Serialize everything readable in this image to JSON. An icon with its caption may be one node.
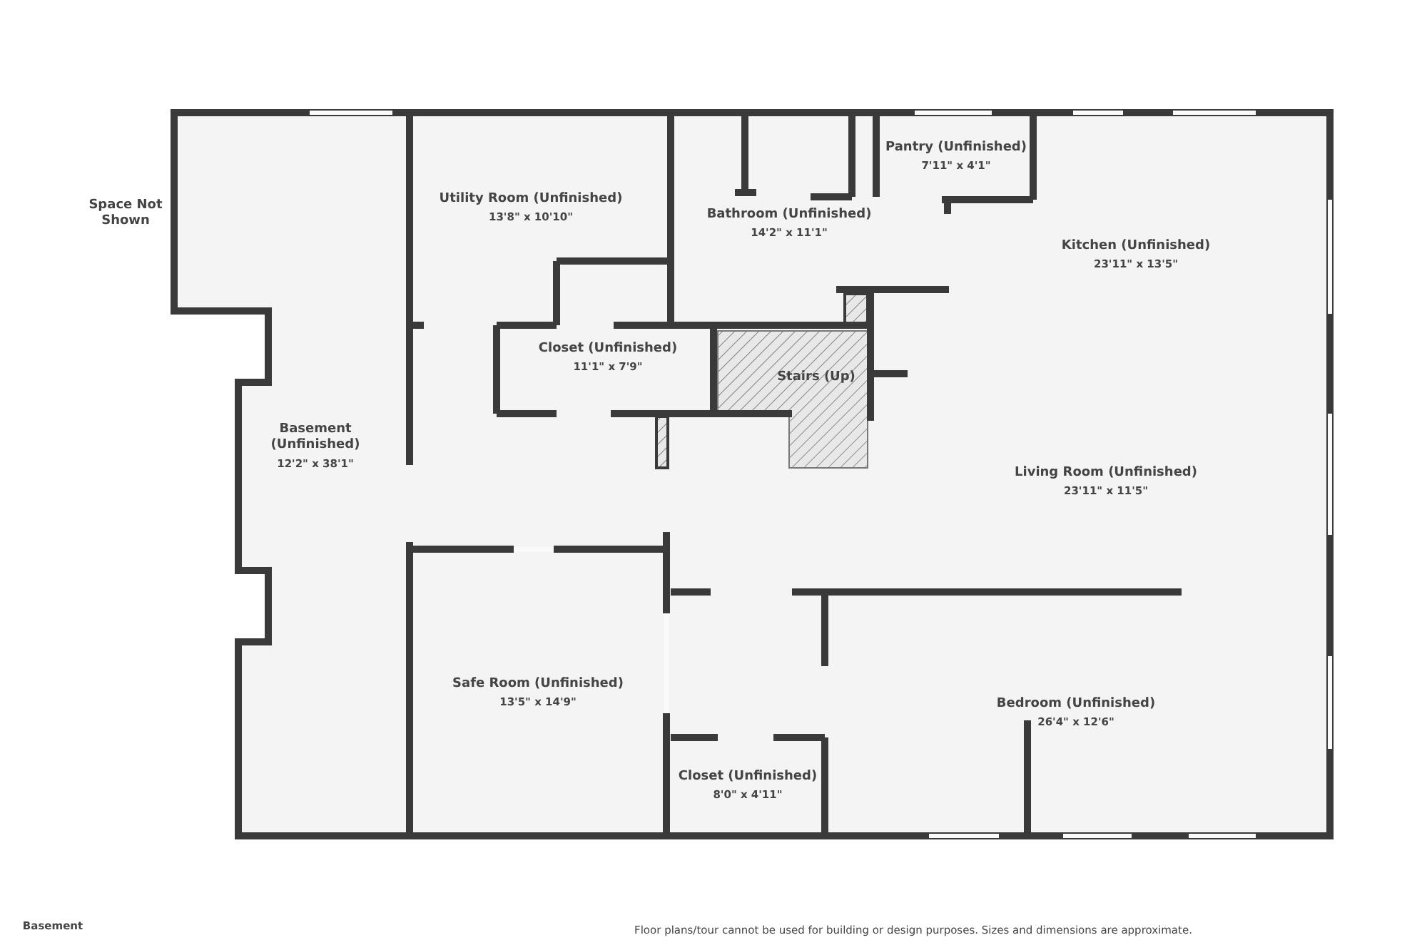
{
  "diagram": {
    "labels": [
      "Space Not Shown",
      "Utility Room (Unfinished)",
      "13'8\" x 10'10\"",
      "Bathroom (Unfinished)",
      "14'2\" x 11'1\"",
      "Pantry (Unfinished)",
      "7'11\" x 4'1\"",
      "Kitchen (Unfinished)",
      "23'11\" x 13'5\"",
      "Closet (Unfinished)",
      "11'1\" x 7'9\"",
      "Stairs (Up)",
      "Basement (Unfinished)",
      "12'2\" x 38'1\"",
      "Living Room (Unfinished)",
      "23'11\" x 11'5\"",
      "Safe Room (Unfinished)",
      "13'5\" x 14'9\"",
      "Bedroom (Unfinished)",
      "26'4\" x 12'6\"",
      "Closet (Unfinished)",
      "8'0\" x 4'11\"",
      "Basement",
      "Floor plans/tour cannot be used for building or design purposes. Sizes and dimensions are approximate."
    ]
  }
}
